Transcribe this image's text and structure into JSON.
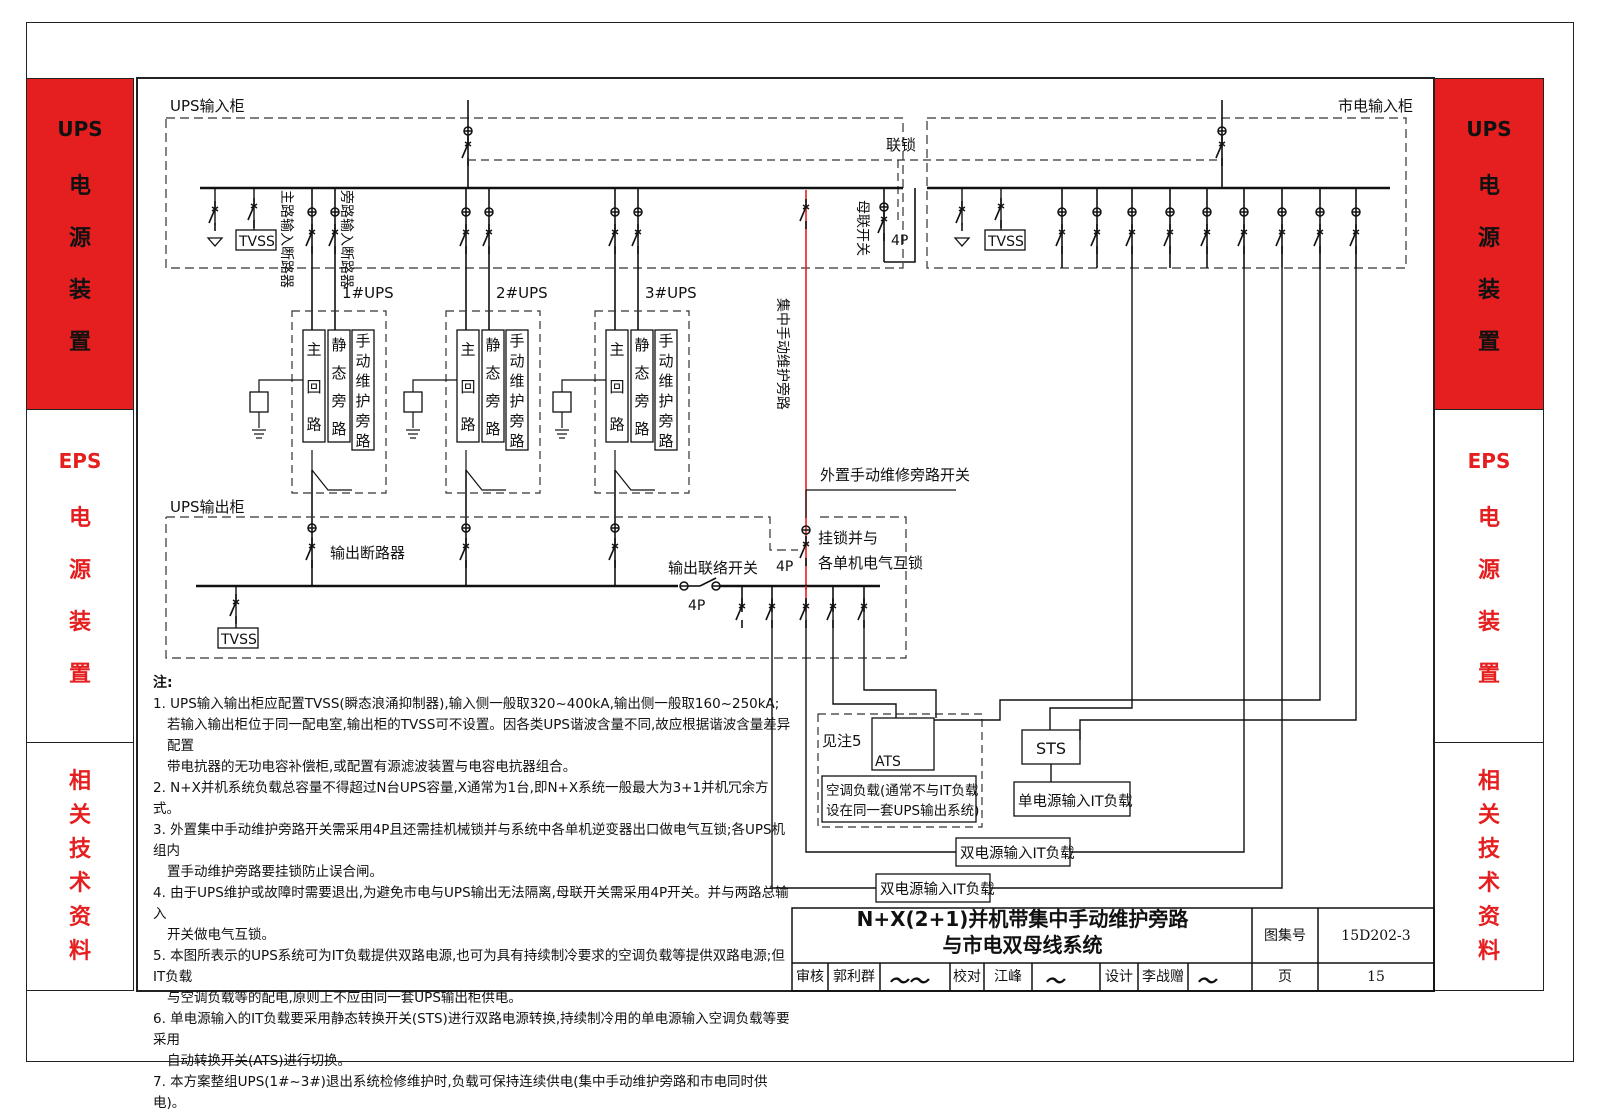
{
  "sidebar_left": [
    {
      "abbr": "UPS",
      "chars": [
        "电",
        "源",
        "装",
        "置"
      ]
    },
    {
      "abbr": "EPS",
      "chars": [
        "电",
        "源",
        "装",
        "置"
      ]
    },
    {
      "abbr": "",
      "chars": [
        "相",
        "关",
        "技",
        "术",
        "资",
        "料"
      ]
    }
  ],
  "sidebar_right": [
    {
      "abbr": "UPS",
      "chars": [
        "电",
        "源",
        "装",
        "置"
      ]
    },
    {
      "abbr": "EPS",
      "chars": [
        "电",
        "源",
        "装",
        "置"
      ]
    },
    {
      "abbr": "",
      "chars": [
        "相",
        "关",
        "技",
        "术",
        "资",
        "料"
      ]
    }
  ],
  "diagram": {
    "ups_input_cabinet": "UPS输入柜",
    "mains_input_cabinet": "市电输入柜",
    "interlock": "联锁",
    "main_input_breaker": "主路输入断路器",
    "bypass_input_breaker": "旁路输入断路器",
    "bus_tie_switch": "母联开关",
    "four_pole": "4P",
    "tvss": "TVSS",
    "ups_units": [
      "1#UPS",
      "2#UPS",
      "3#UPS"
    ],
    "ups_paths": {
      "main": "主回路",
      "static": "静态旁路",
      "manual": "手动维护旁路"
    },
    "central_bypass": "集中手动维护旁路",
    "external_bypass_switch": "外置手动维修旁路开关",
    "lock_note_1": "挂锁并与",
    "lock_note_2": "各单机电气互锁",
    "ups_output_cabinet": "UPS输出柜",
    "output_breaker": "输出断路器",
    "output_tie_switch": "输出联络开关",
    "see_note": "见注5",
    "ats": "ATS",
    "sts": "STS",
    "ac_load_1": "空调负载(通常不与IT负载",
    "ac_load_2": "设在同一套UPS输出系统)",
    "single_it_load": "单电源输入IT负载",
    "dual_it_load_1": "双电源输入IT负载",
    "dual_it_load_2": "双电源输入IT负载",
    "red_color": "#e51f1f"
  },
  "notes": {
    "title": "注:",
    "items": [
      "1. UPS输入输出柜应配置TVSS(瞬态浪涌抑制器),输入侧一般取320~400kA,输出侧一般取160~250kA;",
      "若输入输出柜位于同一配电室,输出柜的TVSS可不设置。因各类UPS谐波含量不同,故应根据谐波含量差异配置",
      "带电抗器的无功电容补偿柜,或配置有源滤波装置与电容电抗器组合。",
      "2. N+X并机系统负载总容量不得超过N台UPS容量,X通常为1台,即N+X系统一般最大为3+1并机冗余方式。",
      "3. 外置集中手动维护旁路开关需采用4P且还需挂机械锁并与系统中各单机逆变器出口做电气互锁;各UPS机组内",
      "置手动维护旁路要挂锁防止误合闸。",
      "4. 由于UPS维护或故障时需要退出,为避免市电与UPS输出无法隔离,母联开关需采用4P开关。并与两路总输入",
      "开关做电气互锁。",
      "5. 本图所表示的UPS系统可为IT负载提供双路电源,也可为具有持续制冷要求的空调负载等提供双路电源;但IT负载",
      "与空调负载等的配电,原则上不应由同一套UPS输出柜供电。",
      "6. 单电源输入的IT负载要采用静态转换开关(STS)进行双路电源转换,持续制冷用的单电源输入空调负载等要采用",
      "自动转换开关(ATS)进行切换。",
      "7. 本方案整组UPS(1#~3#)退出系统检修维护时,负载可保持连续供电(集中手动维护旁路和市电同时供电)。"
    ]
  },
  "title_block": {
    "title_line1": "N+X(2+1)并机带集中手动维护旁路",
    "title_line2": "与市电双母线系统",
    "atlas_label": "图集号",
    "atlas_no": "15D202-3",
    "page_label": "页",
    "page_no": "15",
    "review_label": "审核",
    "reviewer": "郭利群",
    "check_label": "校对",
    "checker": "江峰",
    "design_label": "设计",
    "designer": "李战赠"
  }
}
